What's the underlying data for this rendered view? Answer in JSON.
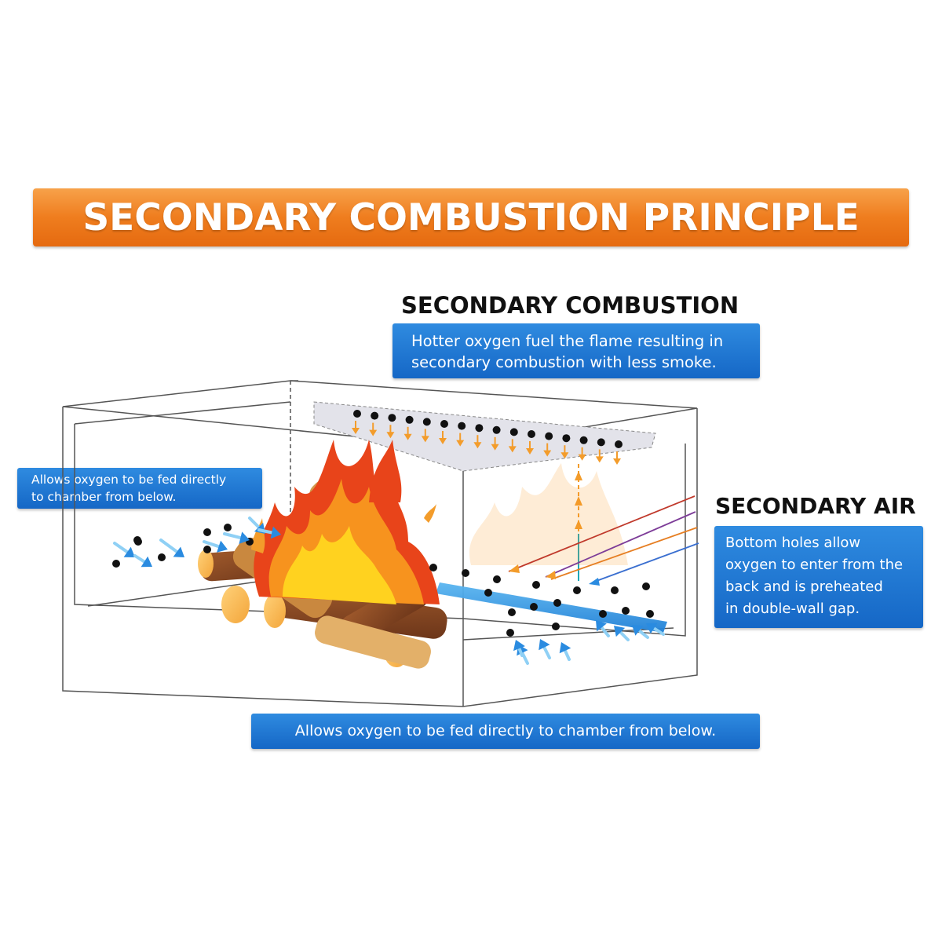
{
  "title": "SECONDARY COMBUSTION PRINCIPLE",
  "secondary_combustion": {
    "heading": "SECONDARY COMBUSTION",
    "lines": [
      "Hotter oxygen fuel the flame resulting in",
      "secondary combustion with less smoke."
    ]
  },
  "secondary_air": {
    "heading": "SECONDARY AIR",
    "lines": [
      "Bottom holes allow",
      "oxygen to enter from the",
      "back and is preheated",
      "in double-wall gap."
    ]
  },
  "left_note": {
    "lines": [
      "Allows oxygen to be fed directly",
      "to chamber from below."
    ]
  },
  "bottom_note": {
    "text": "Allows oxygen to be fed directly  to chamber from below."
  },
  "colors": {
    "banner_orange": "#ef7d1e",
    "info_blue": "#1a6fcc",
    "air_arrow_blue": "#3a9be8",
    "heat_arrow_orange": "#f39c2b",
    "flame_red": "#e8441a",
    "flame_yellow": "#ffd21f",
    "wood_brown": "#8a4b27"
  }
}
